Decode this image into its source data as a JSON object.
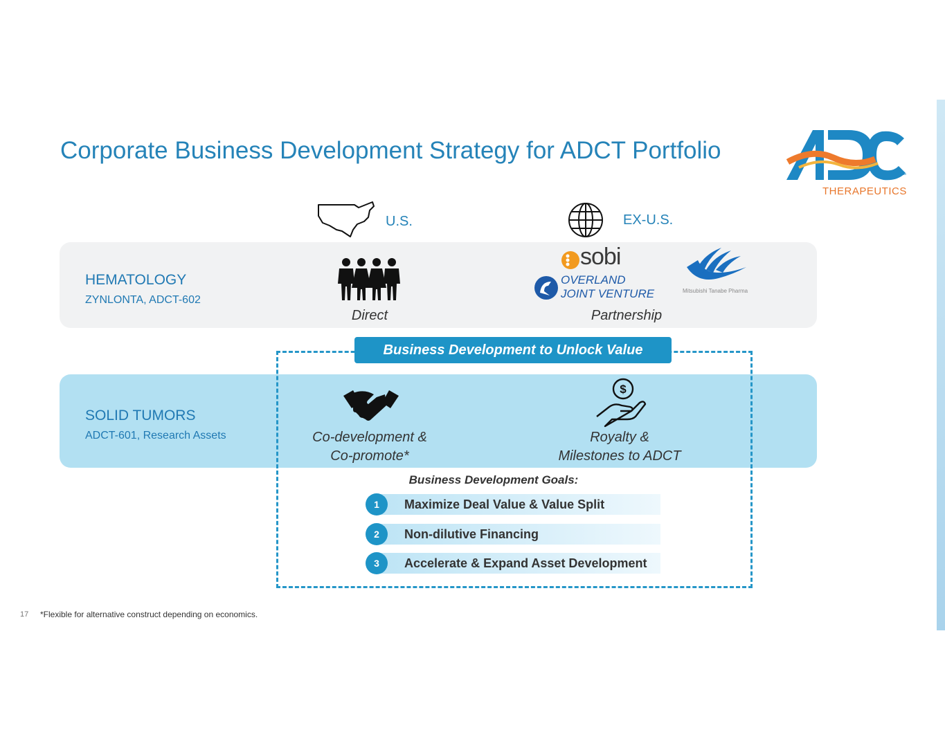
{
  "title": "Corporate Business Development Strategy for ADCT Portfolio",
  "logo": {
    "therapeutics": "THERAPEUTICS",
    "tm": "™",
    "colors": {
      "blue": "#1e88c4",
      "orange": "#ee7a2c",
      "gold": "#f3b43d"
    }
  },
  "columns": {
    "us": "U.S.",
    "exus": "EX-U.S."
  },
  "hematology": {
    "title": "HEMATOLOGY",
    "assets": "ZYNLONTA, ADCT-602",
    "direct_caption": "Direct",
    "partnership_caption": "Partnership",
    "partners": {
      "sobi": "sobi",
      "overland_line1": "OVERLAND",
      "overland_line2": "JOINT VENTURE",
      "mitsubishi": "Mitsubishi Tanabe Pharma"
    }
  },
  "banner": "Business Development to Unlock Value",
  "solid_tumors": {
    "title": "SOLID TUMORS",
    "assets": "ADCT-601, Research Assets",
    "codev_line1": "Co-development &",
    "codev_line2": "Co-promote*",
    "royalty_line1": "Royalty &",
    "royalty_line2": "Milestones to ADCT"
  },
  "goals": {
    "heading": "Business Development Goals:",
    "items": [
      {
        "num": "1",
        "text": "Maximize Deal Value & Value Split"
      },
      {
        "num": "2",
        "text": "Non-dilutive Financing"
      },
      {
        "num": "3",
        "text": "Accelerate & Expand Asset Development"
      }
    ]
  },
  "footnote": "*Flexible for alternative construct depending on economics.",
  "page_number": "17"
}
